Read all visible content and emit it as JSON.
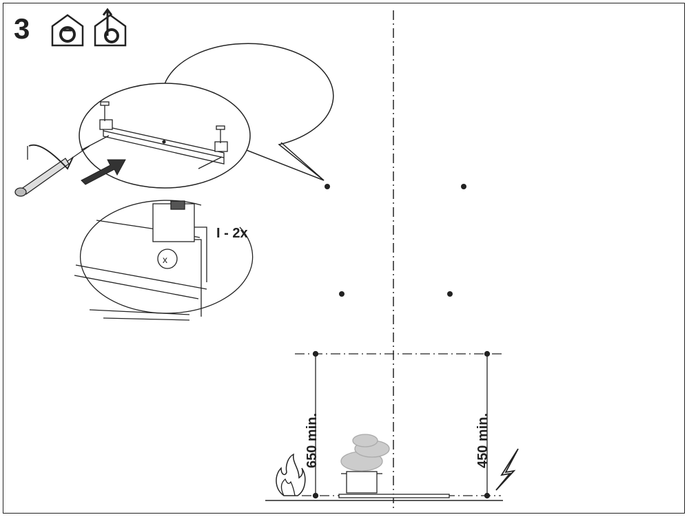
{
  "step_number": "3",
  "quantity_label": "I - 2x",
  "dimension_left": "650 min.",
  "dimension_right": "450 min.",
  "icons": {
    "recirculation_mode": "house-recirculation-icon",
    "extraction_mode": "house-extraction-icon",
    "gas_hob": "flame-icon",
    "electric_hob": "lightning-icon"
  },
  "colors": {
    "line": "#222222",
    "steam": "#cccccc"
  }
}
